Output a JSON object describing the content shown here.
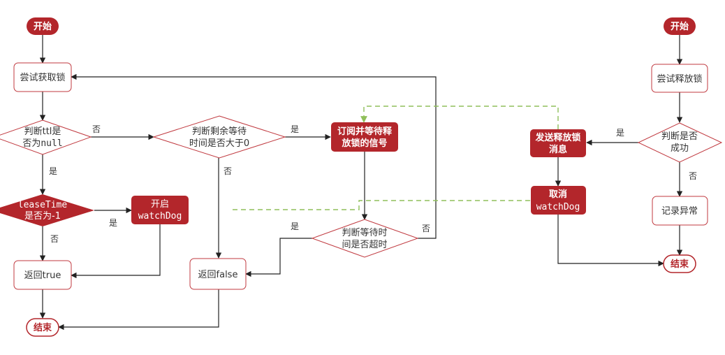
{
  "colors": {
    "accent_red": "#b3262b",
    "border_red": "#c0393f",
    "line": "#222222",
    "dashed": "#8fbf5a",
    "text": "#333333"
  },
  "nodes": {
    "start_left": "开始",
    "start_right": "开始",
    "try_acquire": "尝试获取锁",
    "judge_ttl_line1": "判断ttl是",
    "judge_ttl_line2": "否为null",
    "judge_remain_line1": "判断剩余等待",
    "judge_remain_line2": "时间是否大于0",
    "subscribe_line1": "订阅并等待释",
    "subscribe_line2": "放锁的信号",
    "lease_line1": "leaseTime",
    "lease_line2": "是否为-1",
    "watchdog_line1": "开启",
    "watchdog_line2": "watchDog",
    "return_true": "返回true",
    "return_false": "返回false",
    "judge_timeout_line1": "判断等待时",
    "judge_timeout_line2": "间是否超时",
    "end_left": "结束",
    "try_release": "尝试释放锁",
    "judge_success_line1": "判断是否",
    "judge_success_line2": "成功",
    "send_release_line1": "发送释放锁",
    "send_release_line2": "消息",
    "cancel_line1": "取消",
    "cancel_line2": "watchDog",
    "record_error": "记录异常",
    "end_right": "结束"
  },
  "edge_labels": {
    "ttl_no": "否",
    "ttl_yes": "是",
    "remain_yes": "是",
    "remain_no": "否",
    "lease_yes": "是",
    "lease_no": "否",
    "timeout_yes": "是",
    "timeout_no": "否",
    "success_yes": "是",
    "success_no": "否"
  }
}
